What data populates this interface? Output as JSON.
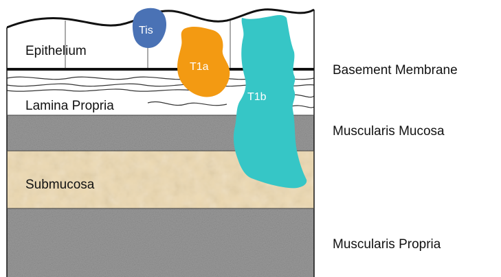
{
  "layers": {
    "epithelium": "Epithelium",
    "lamina_propria": "Lamina Propria",
    "submucosa": "Submucosa"
  },
  "side_labels": {
    "basement_membrane": "Basement Membrane",
    "muscularis_mucosa": "Muscularis Mucosa",
    "muscularis_propria": "Muscularis Propria"
  },
  "tumors": {
    "tis": "Tis",
    "t1a": "T1a",
    "t1b": "T1b"
  },
  "colors": {
    "tis": "#4a72b5",
    "t1a": "#f39a12",
    "t1b": "#36c6c6",
    "muscle": "#9a9a9a",
    "submucosa": "#ecd9b2"
  }
}
